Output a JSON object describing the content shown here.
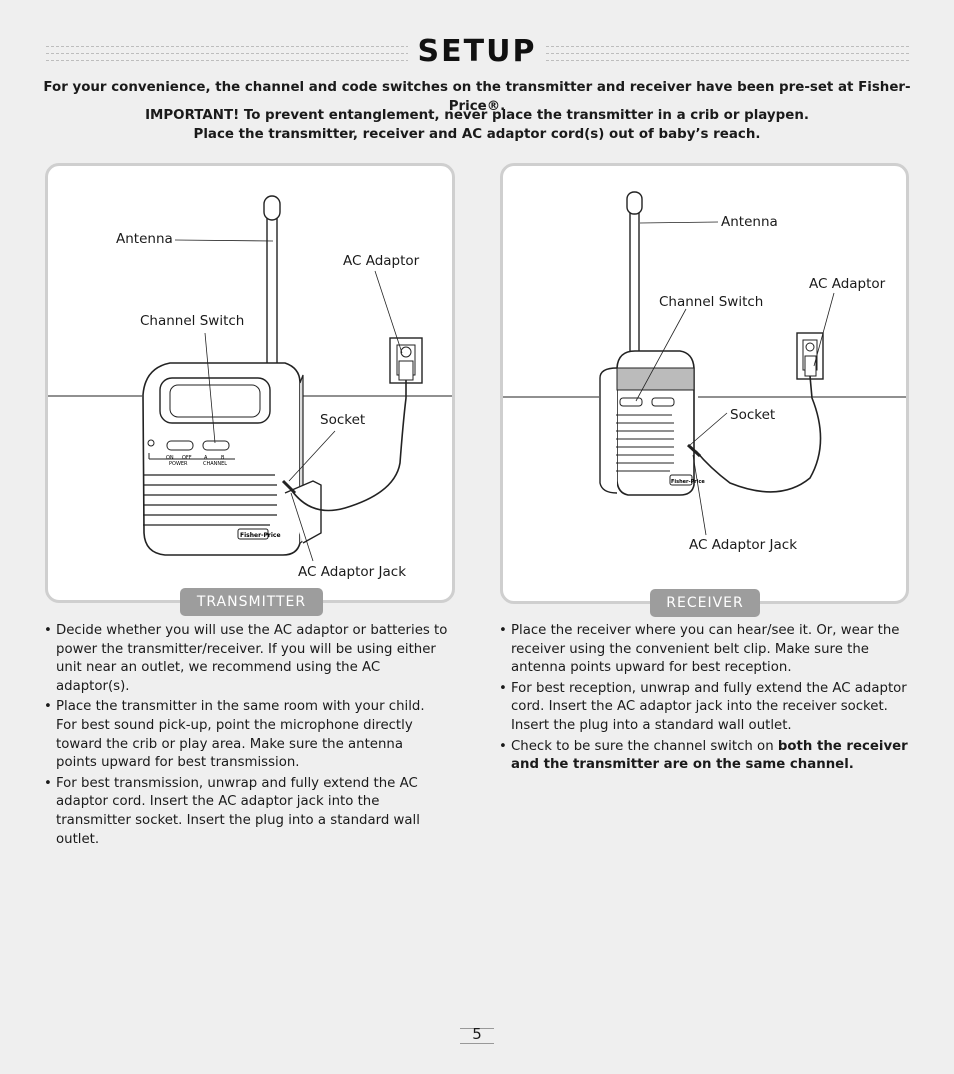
{
  "header": {
    "title": "SETUP"
  },
  "intro": {
    "line1": "For your convenience, the channel and code switches on the transmitter and receiver have been pre-set at Fisher-Price®.",
    "line2": "IMPORTANT! To prevent entanglement, never place the transmitter in a crib or playpen.",
    "line3": "Place the transmitter, receiver and AC adaptor cord(s) out of baby’s reach."
  },
  "transmitter": {
    "tag": "TRANSMITTER",
    "labels": {
      "antenna": "Antenna",
      "ac_adaptor": "AC Adaptor",
      "channel_switch": "Channel Switch",
      "socket": "Socket",
      "ac_adaptor_jack": "AC Adaptor Jack"
    },
    "device_text": {
      "on": "ON",
      "off": "OFF",
      "power": "POWER",
      "a": "A",
      "b": "B",
      "channel": "CHANNEL",
      "brand": "Fisher-Price"
    },
    "bullets": [
      "Decide whether you will use the AC adaptor or batteries to power the transmitter/receiver. If you will be using either unit near an outlet, we recommend using the AC adaptor(s).",
      "Place the transmitter in the same room with your child. For best sound pick-up, point the microphone directly toward the crib or play area. Make sure the antenna points upward for best transmission.",
      "For best transmission, unwrap and fully extend the AC adaptor cord. Insert the AC adaptor jack into the transmitter socket. Insert the plug into a standard wall outlet."
    ]
  },
  "receiver": {
    "tag": "RECEIVER",
    "labels": {
      "antenna": "Antenna",
      "ac_adaptor": "AC Adaptor",
      "channel_switch": "Channel Switch",
      "socket": "Socket",
      "ac_adaptor_jack": "AC Adaptor Jack"
    },
    "device_text": {
      "brand": "Fisher-Price"
    },
    "bullets": [
      "Place the receiver where you can hear/see it. Or, wear the receiver using the convenient belt clip. Make sure the antenna points upward for best reception.",
      "For best reception, unwrap and fully extend the AC adaptor cord. Insert the AC adaptor jack into the receiver socket. Insert the plug into a standard wall outlet."
    ],
    "bullet3_plain": "Check to be sure the channel switch on ",
    "bullet3_bold": "both the receiver and the transmitter are on the same channel."
  },
  "footer": {
    "page_number": "5"
  }
}
